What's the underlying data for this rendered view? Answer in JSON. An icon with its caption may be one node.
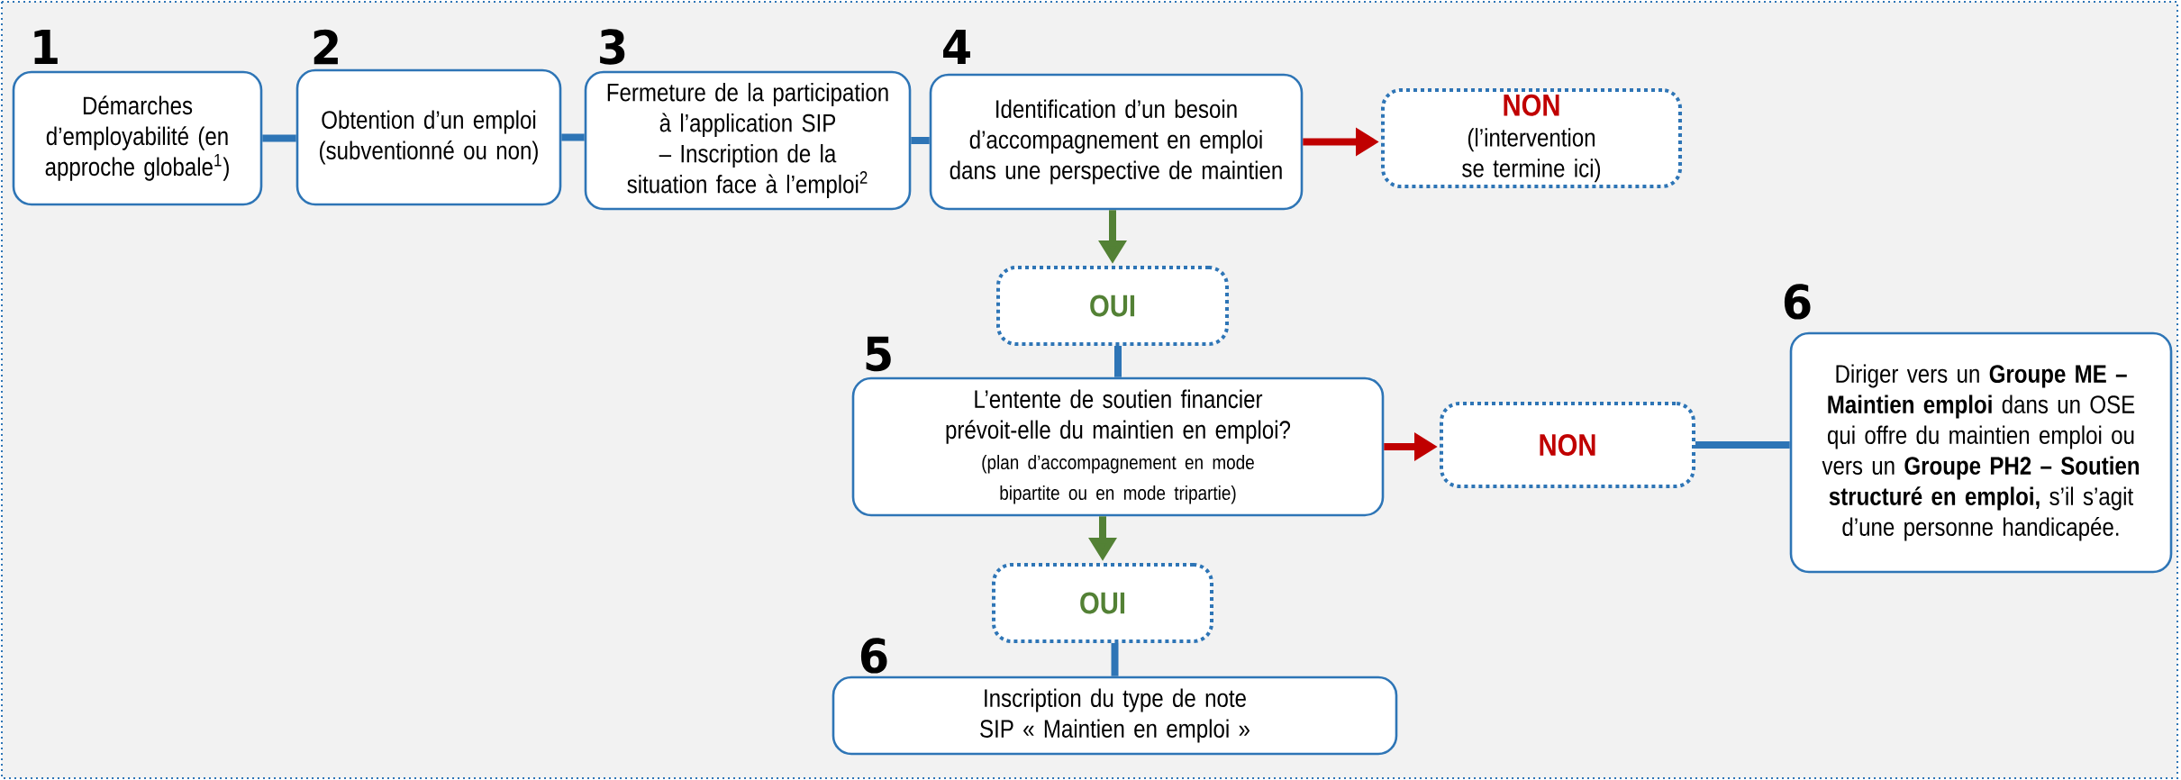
{
  "diagram": {
    "nodes": [
      {
        "text": [
          "Démarches d’employabilité (en approche globale$^{1}$)"
        ],
        "beside": [
          "1"
        ]
      },
      {
        "text": [
          "Obtention d’un emploi (subventionné ou non)"
        ],
        "beside": [
          "2"
        ]
      },
      {
        "text": [
          "Fermeture de la participation à l’application SIP – Inscription de la situation face à l’emploi$^{2}$"
        ],
        "beside": [
          "3"
        ]
      },
      {
        "text": [
          "Identification d’un besoin d’accompagnement en emploi dans une perspective de maintien"
        ],
        "beside": [
          "4"
        ]
      },
      {
        "text": [
          "NON",
          "(l’intervention se termine ici)"
        ]
      },
      {
        "text": [
          "OUI"
        ]
      },
      {
        "text": [
          "L’entente de soutien financier prévoit-elle du maintien en emploi?",
          "(plan d’accompagnement en mode bipartite ou en mode tripartie)"
        ],
        "beside": [
          "5"
        ]
      },
      {
        "text": [
          "NON"
        ]
      },
      {
        "text": [
          "Diriger vers un **Groupe ME – Maintien emploi** dans un OSE qui offre du maintien emploi ou vers un **Groupe PH2 – Soutien structuré en emploi,** s’il s’agit d’une personne handicapée."
        ],
        "beside": [
          "6"
        ]
      },
      {
        "text": [
          "OUI"
        ]
      },
      {
        "text": [
          "Inscription du type de note SIP « Maintien en emploi »"
        ],
        "beside": [
          "6"
        ]
      }
    ],
    "edges": [
      {
        "from": 0,
        "to": 1,
        "arrow": "none"
      },
      {
        "from": 1,
        "to": 2,
        "arrow": "none"
      },
      {
        "from": 2,
        "to": 3,
        "arrow": "none"
      },
      {
        "from": 3,
        "to": 4,
        "arrow": "to",
        "color": "#c00000"
      },
      {
        "from": 3,
        "to": 5,
        "arrow": "to",
        "color": "#538135"
      },
      {
        "from": 5,
        "to": 6,
        "arrow": "none"
      },
      {
        "from": 6,
        "to": 7,
        "arrow": "to",
        "color": "#c00000"
      },
      {
        "from": 7,
        "to": 8,
        "arrow": "none"
      },
      {
        "from": 6,
        "to": 9,
        "arrow": "to",
        "color": "#538135"
      },
      {
        "from": 9,
        "to": 10,
        "arrow": "none"
      }
    ]
  }
}
